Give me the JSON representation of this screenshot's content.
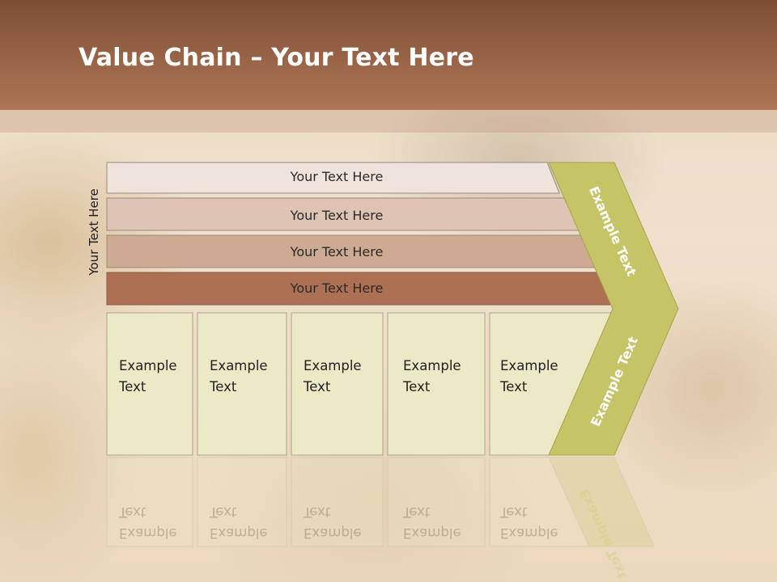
{
  "slide": {
    "title_bold": "Value Chain",
    "title_rest": " – Your Text Here"
  },
  "diagram": {
    "side_label": "Your Text Here",
    "bars": [
      {
        "label": "Your Text Here",
        "color": "#efe4dc"
      },
      {
        "label": "Your Text Here",
        "color": "#dfc3b3"
      },
      {
        "label": "Your Text Here",
        "color": "#cfaa93"
      },
      {
        "label": "Your Text Here",
        "color": "#ae7052"
      }
    ],
    "boxes": [
      {
        "label": "Example Text"
      },
      {
        "label": "Example Text"
      },
      {
        "label": "Example Text"
      },
      {
        "label": "Example Text"
      },
      {
        "label": "Example Text"
      }
    ],
    "arrow": {
      "top_label": "Example Text",
      "bottom_label": "Example Text",
      "color": "#c5c466"
    },
    "box_color": "#eceac6"
  }
}
